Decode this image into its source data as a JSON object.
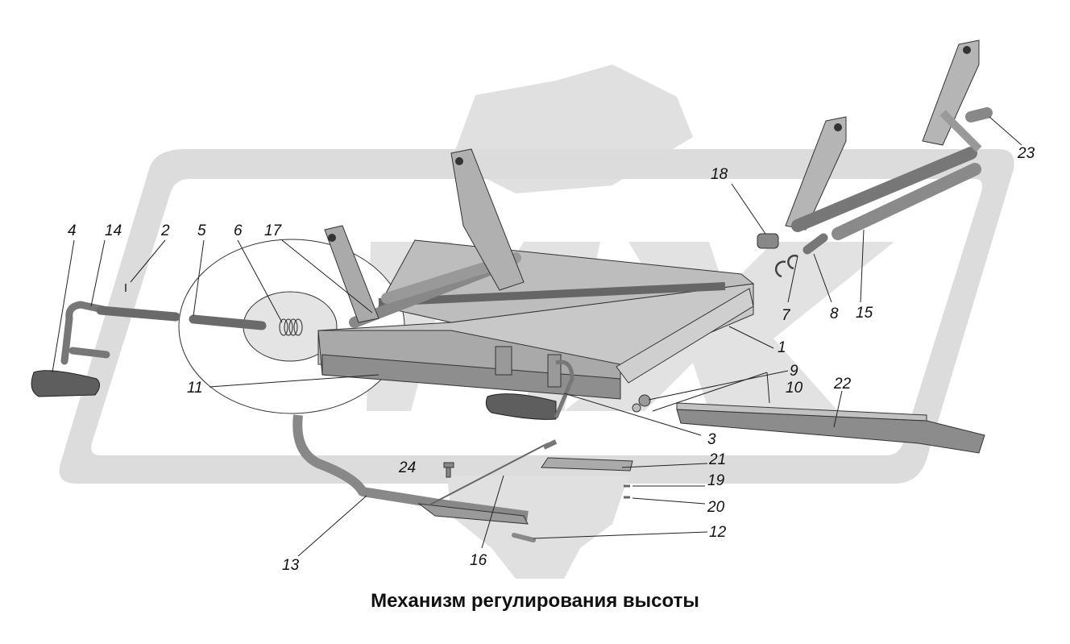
{
  "caption": "Механизм регулирования высоты",
  "callouts": [
    {
      "id": "4",
      "label": "4"
    },
    {
      "id": "14",
      "label": "14"
    },
    {
      "id": "2",
      "label": "2"
    },
    {
      "id": "5",
      "label": "5"
    },
    {
      "id": "6",
      "label": "6"
    },
    {
      "id": "17",
      "label": "17"
    },
    {
      "id": "18",
      "label": "18"
    },
    {
      "id": "23",
      "label": "23"
    },
    {
      "id": "7",
      "label": "7"
    },
    {
      "id": "8",
      "label": "8"
    },
    {
      "id": "15",
      "label": "15"
    },
    {
      "id": "1",
      "label": "1"
    },
    {
      "id": "9",
      "label": "9"
    },
    {
      "id": "10",
      "label": "10"
    },
    {
      "id": "22",
      "label": "22"
    },
    {
      "id": "11",
      "label": "11"
    },
    {
      "id": "3",
      "label": "3"
    },
    {
      "id": "21",
      "label": "21"
    },
    {
      "id": "24",
      "label": "24"
    },
    {
      "id": "19",
      "label": "19"
    },
    {
      "id": "20",
      "label": "20"
    },
    {
      "id": "12",
      "label": "12"
    },
    {
      "id": "13",
      "label": "13"
    },
    {
      "id": "16",
      "label": "16"
    }
  ],
  "colors": {
    "watermark": "#dcdcdc",
    "part_fill": "#b9b9b9",
    "part_dark": "#6e6e6e",
    "part_edge": "#333333"
  }
}
